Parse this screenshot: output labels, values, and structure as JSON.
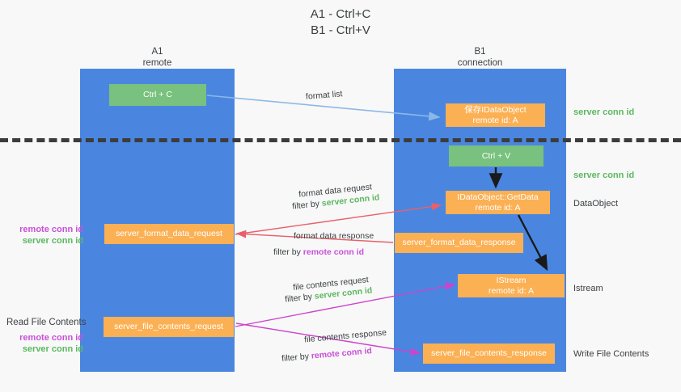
{
  "title": "A1 - Ctrl+C\nB1 - Ctrl+V",
  "columns": {
    "a1": {
      "name": "A1",
      "role": "remote"
    },
    "b1": {
      "name": "B1",
      "role": "connection"
    }
  },
  "nodes": {
    "ctrl_c": "Ctrl + C",
    "save_idataobject": "保存IDataObject\nremote id: A",
    "ctrl_v": "Ctrl + V",
    "getdata": "IDataObject::GetData\nremote id: A",
    "istream": "IStream\nremote id: A",
    "server_format_data_request": "server_format_data_request",
    "server_format_data_response": "server_format_data_response",
    "server_file_contents_request": "server_file_contents_request",
    "server_file_contents_response": "server_file_contents_response"
  },
  "edge_labels": {
    "format_list": "format list",
    "format_data_request": "format data request",
    "format_data_request_filter_prefix": "filter by ",
    "format_data_request_filter_key": "server conn id",
    "format_data_response": "format data response",
    "format_data_response_filter_prefix": "filter by ",
    "format_data_response_filter_key": "remote conn id",
    "file_contents_request": "file contents request",
    "file_contents_request_filter_prefix": "filter by ",
    "file_contents_request_filter_key": "server conn id",
    "file_contents_response": "file contents response",
    "file_contents_response_filter_prefix": "filter by ",
    "file_contents_response_filter_key": "remote conn id"
  },
  "side_labels": {
    "server_conn_id_top": "server conn id",
    "server_conn_id_mid": "server conn id",
    "dataobject": "DataObject",
    "istream": "Istream",
    "write_file_contents": "Write File Contents",
    "read_file_contents": "Read File Contents",
    "remote_conn_id": "remote conn id",
    "server_conn_id": "server conn id"
  },
  "colors": {
    "background": "#f8f8f8",
    "lane": "#4a86e0",
    "node_green": "#79c17e",
    "node_orange": "#fbb054",
    "green_text": "#5cb860",
    "magenta_text": "#c850d8",
    "arrow_blue": "#8cb8e8",
    "arrow_red": "#e8606a",
    "arrow_magenta": "#cc44cc",
    "arrow_dark": "#1a1a1a",
    "dashed_line": "#3c3c3c"
  }
}
